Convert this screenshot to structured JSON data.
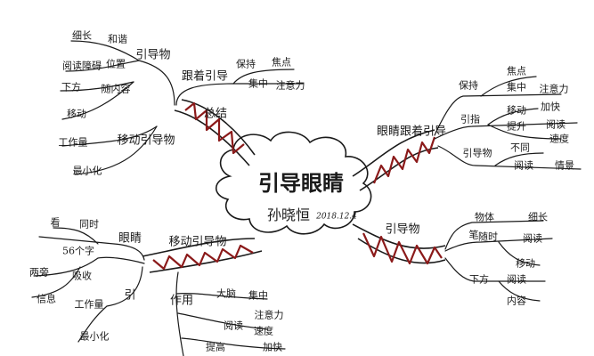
{
  "center": {
    "title": "引导眼睛",
    "author": "孙晓恒",
    "date": "2018.12.4"
  },
  "branches": {
    "summary": {
      "label": "总结",
      "group_a": {
        "label": "引导物",
        "items": [
          "细长",
          "和谐",
          "阅读障碍",
          "位置",
          "下方",
          "随内容",
          "移动"
        ]
      },
      "group_b": {
        "label": "跟着引导",
        "items": [
          "保持",
          "焦点",
          "集中",
          "注意力"
        ]
      },
      "group_c": {
        "label": "移动引导物",
        "items": [
          "工作量",
          "最小化"
        ]
      }
    },
    "follow": {
      "label": "眼睛跟着引导",
      "keep": {
        "label": "保持",
        "items": [
          "焦点",
          "集中",
          "注意力"
        ]
      },
      "point": {
        "label": "引指",
        "items": [
          "移动",
          "提升",
          "加快",
          "阅读",
          "速度"
        ]
      },
      "guide": {
        "label": "引导物",
        "items": [
          "不同",
          "阅读",
          "情景"
        ]
      }
    },
    "guide_obj": {
      "label": "引导物",
      "items": [
        "物体",
        "细长",
        "笔",
        "随时",
        "阅读",
        "移动",
        "下方",
        "阅读",
        "内容"
      ]
    },
    "move_guide": {
      "label": "移动引导物",
      "eyes": {
        "label": "眼睛",
        "items": [
          "看",
          "同时",
          "56个字",
          "两旁",
          "吸收",
          "信息"
        ]
      },
      "lead": {
        "label": "引",
        "items": [
          "工作量",
          "最小化"
        ]
      },
      "effect": {
        "label": "作用",
        "items": [
          "大脑",
          "集中",
          "注意力",
          "阅读",
          "速度",
          "提高",
          "加快"
        ]
      }
    }
  }
}
